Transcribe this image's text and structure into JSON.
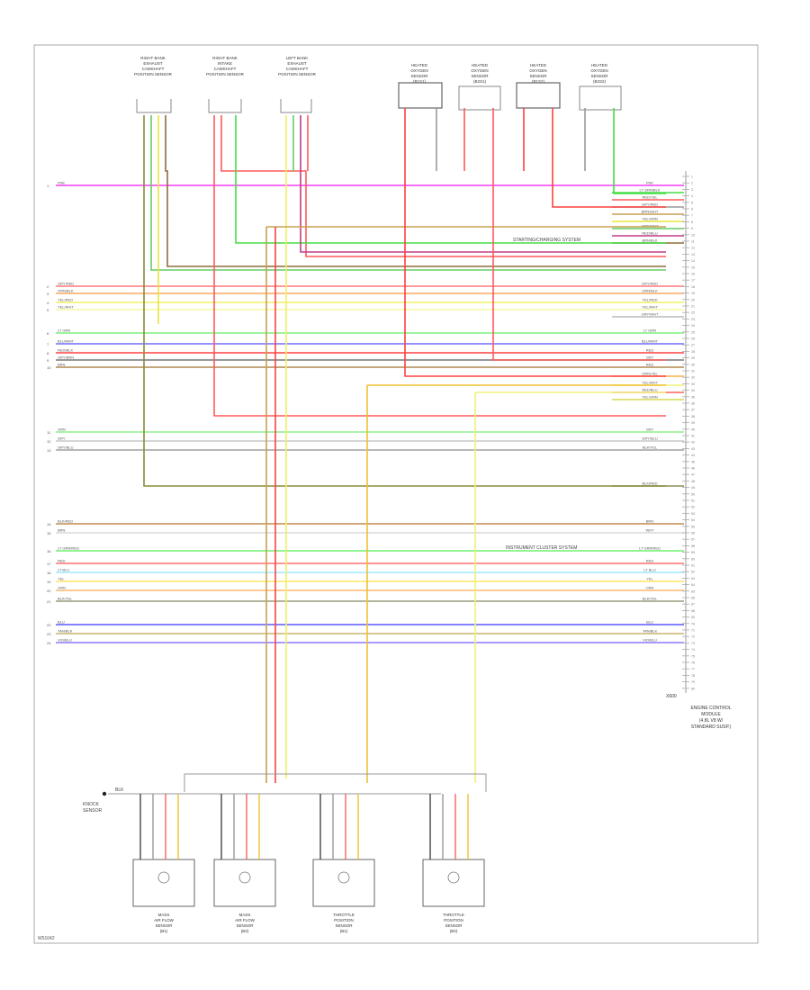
{
  "diagram": {
    "code": "W51042",
    "ecm_label": [
      "ENGINE CONTROL",
      "MODULE",
      "(4.8L V8 W/",
      "STANDARD SUSP.)"
    ],
    "ecm_connector": "X600",
    "mid_labels": [
      {
        "text": "STARTING/CHARGING SYSTEM"
      },
      {
        "text": "INSTRUMENT CLUSTER SYSTEM"
      }
    ],
    "knock_sensor": [
      "KNOCK",
      "SENSOR"
    ],
    "knock_wire": "BLK",
    "top_sensors": [
      {
        "lines": [
          "RIGHT BANK",
          "EXHAUST",
          "CAMSHAFT",
          "POSITION SENSOR"
        ]
      },
      {
        "lines": [
          "RIGHT BANK",
          "INTAKE",
          "CAMSHAFT",
          "POSITION SENSOR"
        ]
      },
      {
        "lines": [
          "LEFT BANK",
          "EXHAUST",
          "CAMSHAFT",
          "POSITION SENSOR"
        ]
      },
      {
        "lines": [
          "HEATED",
          "OXYGEN",
          "SENSOR",
          "(B1S1)"
        ]
      },
      {
        "lines": [
          "HEATED",
          "OXYGEN",
          "SENSOR",
          "(B2S1)"
        ]
      },
      {
        "lines": [
          "HEATED",
          "OXYGEN",
          "SENSOR",
          "(B1S2)"
        ]
      },
      {
        "lines": [
          "HEATED",
          "OXYGEN",
          "SENSOR",
          "(B2S2)"
        ]
      }
    ],
    "bottom_sensors": [
      {
        "lines": [
          "MASS",
          "AIR FLOW",
          "SENSOR",
          "(B1)"
        ]
      },
      {
        "lines": [
          "MASS",
          "AIR FLOW",
          "SENSOR",
          "(B2)"
        ]
      },
      {
        "lines": [
          "THROTTLE",
          "POSITION",
          "SENSOR",
          "(B1)"
        ]
      },
      {
        "lines": [
          "THROTTLE",
          "POSITION",
          "SENSOR",
          "(B2)"
        ]
      }
    ],
    "pins": [
      "1",
      "2",
      "3",
      "4",
      "5",
      "6",
      "7",
      "8",
      "9",
      "10",
      "11",
      "12",
      "13",
      "14",
      "15",
      "16",
      "17",
      "18",
      "19",
      "20",
      "21",
      "22",
      "23",
      "24",
      "25",
      "26",
      "27",
      "28",
      "29",
      "30",
      "31",
      "32",
      "33",
      "34",
      "35",
      "36",
      "37",
      "38",
      "39",
      "40",
      "41",
      "42",
      "43",
      "44",
      "45",
      "46",
      "47",
      "48",
      "49",
      "50",
      "51",
      "52",
      "53",
      "54",
      "55",
      "56",
      "57",
      "58",
      "59",
      "60",
      "61",
      "62",
      "63",
      "64",
      "65",
      "66",
      "67",
      "68",
      "69",
      "70",
      "71",
      "72",
      "73",
      "74",
      "75",
      "76",
      "77",
      "78",
      "79",
      "80"
    ],
    "wires": [
      {
        "left": "1",
        "label": "PNK",
        "right": "PNK",
        "color": "#f23ff2"
      },
      {
        "left": "",
        "label": "",
        "right": "LT GRN/BLK",
        "color": "#44dd44"
      },
      {
        "left": "",
        "label": "",
        "right": "RED/YEL",
        "color": "#ff5a5a"
      },
      {
        "left": "",
        "label": "",
        "right": "GRY/RED",
        "color": "#999999"
      },
      {
        "left": "",
        "label": "",
        "right": "BRN/WHT",
        "color": "#c8a050"
      },
      {
        "left": "",
        "label": "",
        "right": "YEL/GRN",
        "color": "#e6e63c"
      },
      {
        "left": "",
        "label": "",
        "right": "GRN/WHT",
        "color": "#66cc66"
      },
      {
        "left": "",
        "label": "",
        "right": "RED/BLU",
        "color": "#c03c8c"
      },
      {
        "left": "",
        "label": "",
        "right": "BRN/BLK",
        "color": "#8c6e3c"
      },
      {
        "left": "2",
        "label": "GRY/RED",
        "right": "GRY/RED",
        "color": "#ff7a7a"
      },
      {
        "left": "3",
        "label": "ORN/BLK",
        "right": "ORN/BLK",
        "color": "#ffa860"
      },
      {
        "left": "4",
        "label": "YEL/RED",
        "right": "YEL/RED",
        "color": "#f0f064"
      },
      {
        "left": "5",
        "label": "YEL/WHT",
        "right": "YEL/WHT",
        "color": "#f7f7a0"
      },
      {
        "left": "",
        "label": "",
        "right": "GRY/WHT",
        "color": "#bbbbbb"
      },
      {
        "left": "6",
        "label": "LT GRN",
        "right": "LT GRN",
        "color": "#7cf07c"
      },
      {
        "left": "7",
        "label": "BLU/WHT",
        "right": "BLU/WHT",
        "color": "#6e6eff"
      },
      {
        "left": "8",
        "label": "RED/BLK",
        "right": "RED",
        "color": "#ff4040"
      },
      {
        "left": "9",
        "label": "GRY/BRN",
        "right": "GRY",
        "color": "#777777"
      },
      {
        "left": "10",
        "label": "BRN",
        "right": "RED",
        "color": "#b08850"
      },
      {
        "left": "",
        "label": "",
        "right": "ORN/YEL",
        "color": "#ffb050"
      },
      {
        "left": "",
        "label": "",
        "right": "YEL/WHT",
        "color": "#f0f078"
      },
      {
        "left": "",
        "label": "",
        "right": "RED/BLU",
        "color": "#ff6060"
      },
      {
        "left": "",
        "label": "",
        "right": "YEL/GRN",
        "color": "#d8d850"
      },
      {
        "left": "11",
        "label": "GRN",
        "right": "GRY",
        "color": "#8cf08c"
      },
      {
        "left": "12",
        "label": "GRY",
        "right": "GRY/BLU",
        "color": "#c8c8c8"
      },
      {
        "left": "13",
        "label": "GRY/BLU",
        "right": "BLK/YEL",
        "color": "#a0a0a0"
      },
      {
        "left": "",
        "label": "",
        "right": "BLK/RED",
        "color": "#8c8c5a"
      },
      {
        "left": "14",
        "label": "BLK/RED",
        "right": "BRN",
        "color": "#c08c50"
      },
      {
        "left": "15",
        "label": "BRN",
        "right": "WHT",
        "color": "#d8d8d8"
      },
      {
        "left": "16",
        "label": "LT GRN/RED",
        "right": "LT GRN/RED",
        "color": "#6ef06e"
      },
      {
        "left": "17",
        "label": "RED",
        "right": "RED",
        "color": "#ff7070"
      },
      {
        "left": "18",
        "label": "LT BLU",
        "right": "LT BLU",
        "color": "#9ee8ff"
      },
      {
        "left": "19",
        "label": "YEL",
        "right": "YEL",
        "color": "#ffe660"
      },
      {
        "left": "20",
        "label": "ORN",
        "right": "ORN",
        "color": "#ffb870"
      },
      {
        "left": "21",
        "label": "BLK/YEL",
        "right": "BLK/YEL",
        "color": "#9c9c7c"
      },
      {
        "left": "22",
        "label": "BLU",
        "right": "BLU",
        "color": "#5a5aff"
      },
      {
        "left": "23",
        "label": "TAN/BLK",
        "right": "TAN/BLK",
        "color": "#c8b470"
      },
      {
        "left": "24",
        "label": "VIO/BLU",
        "right": "VIO/BLU",
        "color": "#8c78ff"
      }
    ]
  }
}
